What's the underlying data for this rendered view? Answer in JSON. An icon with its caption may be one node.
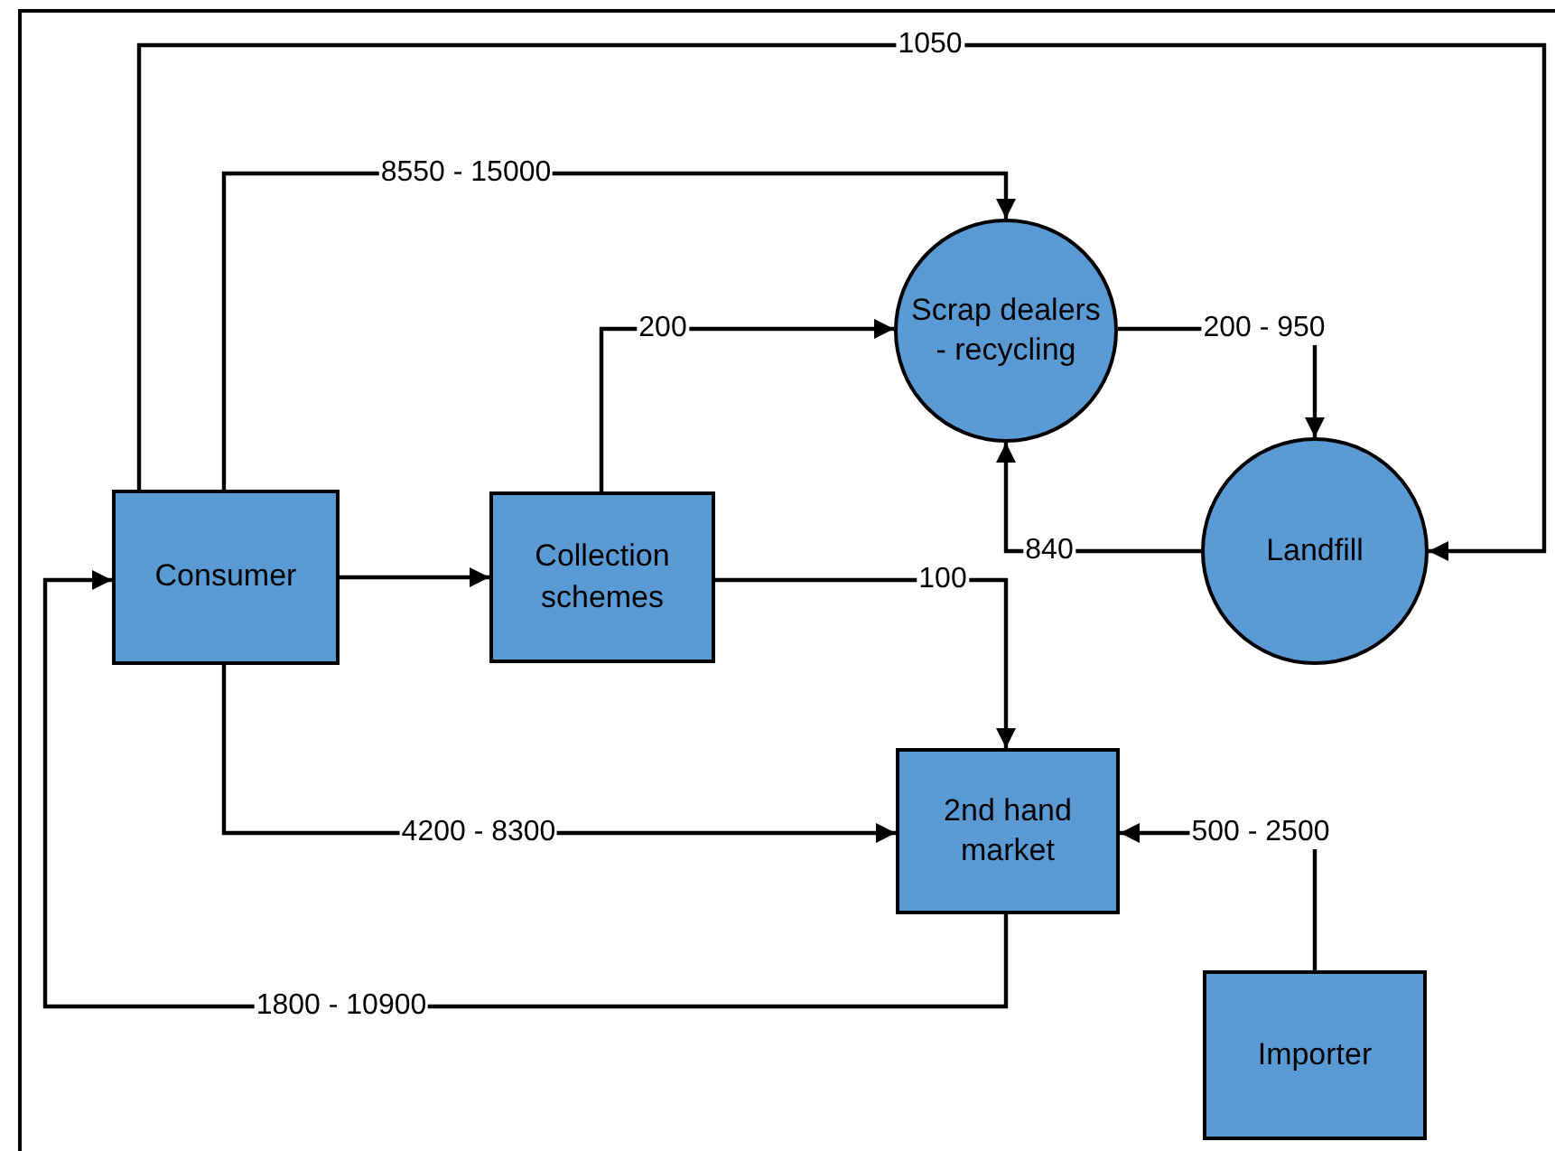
{
  "diagram": {
    "nodes": [
      {
        "text": [
          "Consumer"
        ]
      },
      {
        "text": [
          "Collection schemes"
        ]
      },
      {
        "text": [
          "Scrap dealers - recycling"
        ]
      },
      {
        "text": [
          "Landfill"
        ]
      },
      {
        "text": [
          "2nd hand market"
        ]
      },
      {
        "text": [
          "Importer"
        ]
      }
    ],
    "edges": [
      {
        "from": 0,
        "to": 1,
        "arrow": "to"
      },
      {
        "from": 0,
        "to": 3,
        "arrow": "to",
        "label": "1050"
      },
      {
        "from": 0,
        "to": 2,
        "arrow": "to",
        "label": "8550 - 15000"
      },
      {
        "from": 1,
        "to": 2,
        "arrow": "to",
        "label": "200"
      },
      {
        "from": 2,
        "to": 3,
        "arrow": "to",
        "label": "200 - 950"
      },
      {
        "from": 3,
        "to": 2,
        "arrow": "to",
        "label": "840"
      },
      {
        "from": 1,
        "to": 4,
        "arrow": "to",
        "label": "100"
      },
      {
        "from": 0,
        "to": 4,
        "arrow": "to",
        "label": "4200 - 8300"
      },
      {
        "from": 5,
        "to": 4,
        "arrow": "to",
        "label": "500 - 2500"
      },
      {
        "from": 4,
        "to": 0,
        "arrow": "to",
        "label": "1800 - 10900"
      }
    ]
  }
}
